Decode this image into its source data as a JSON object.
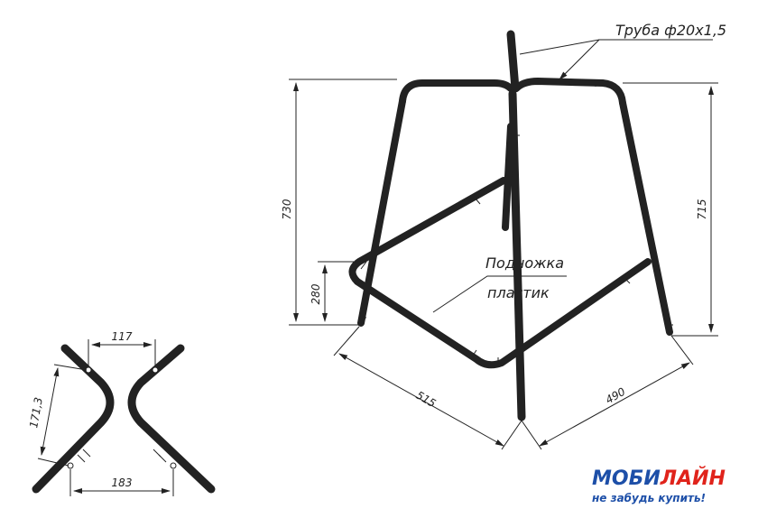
{
  "labels": {
    "tube": "Труба ф20х1,5",
    "footrest_line1": "Подножка",
    "footrest_line2": "пластик"
  },
  "dimensions": {
    "total_height": "730",
    "leg_height": "715",
    "footrest_height": "280",
    "base_front": "515",
    "base_side": "490",
    "detail_top": "117",
    "detail_side": "171,3",
    "detail_bottom": "183"
  },
  "logo": {
    "name_part1": "МОБИ",
    "name_part2": "ЛАЙН",
    "tagline": "не забудь купить!"
  },
  "colors": {
    "line": "#222222",
    "brand_blue": "#1d4fa8",
    "brand_red": "#e0231b"
  }
}
